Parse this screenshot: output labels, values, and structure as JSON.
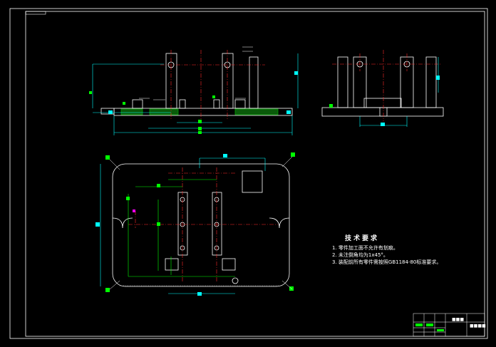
{
  "drawing": {
    "kind": "CAD fixture assembly drawing",
    "colors": {
      "background": "#000000",
      "outline": "#ffffff",
      "centerline": "#ff2a2a",
      "dimension": "#00ffff",
      "marker": "#00ff00",
      "hatch": "#00a000",
      "tag": "#ff00ff",
      "leader": "#ffff00"
    }
  },
  "technical_notes": {
    "title": "技术要求",
    "items": [
      "1. 零件加工面不允许有划痕。",
      "2. 未注倒角均为1x45°。",
      "3. 装配前所有零件需按照GB1184-80标准要求。"
    ]
  },
  "title_block": {
    "name_label": "■■■",
    "code_label": "■■■■"
  }
}
